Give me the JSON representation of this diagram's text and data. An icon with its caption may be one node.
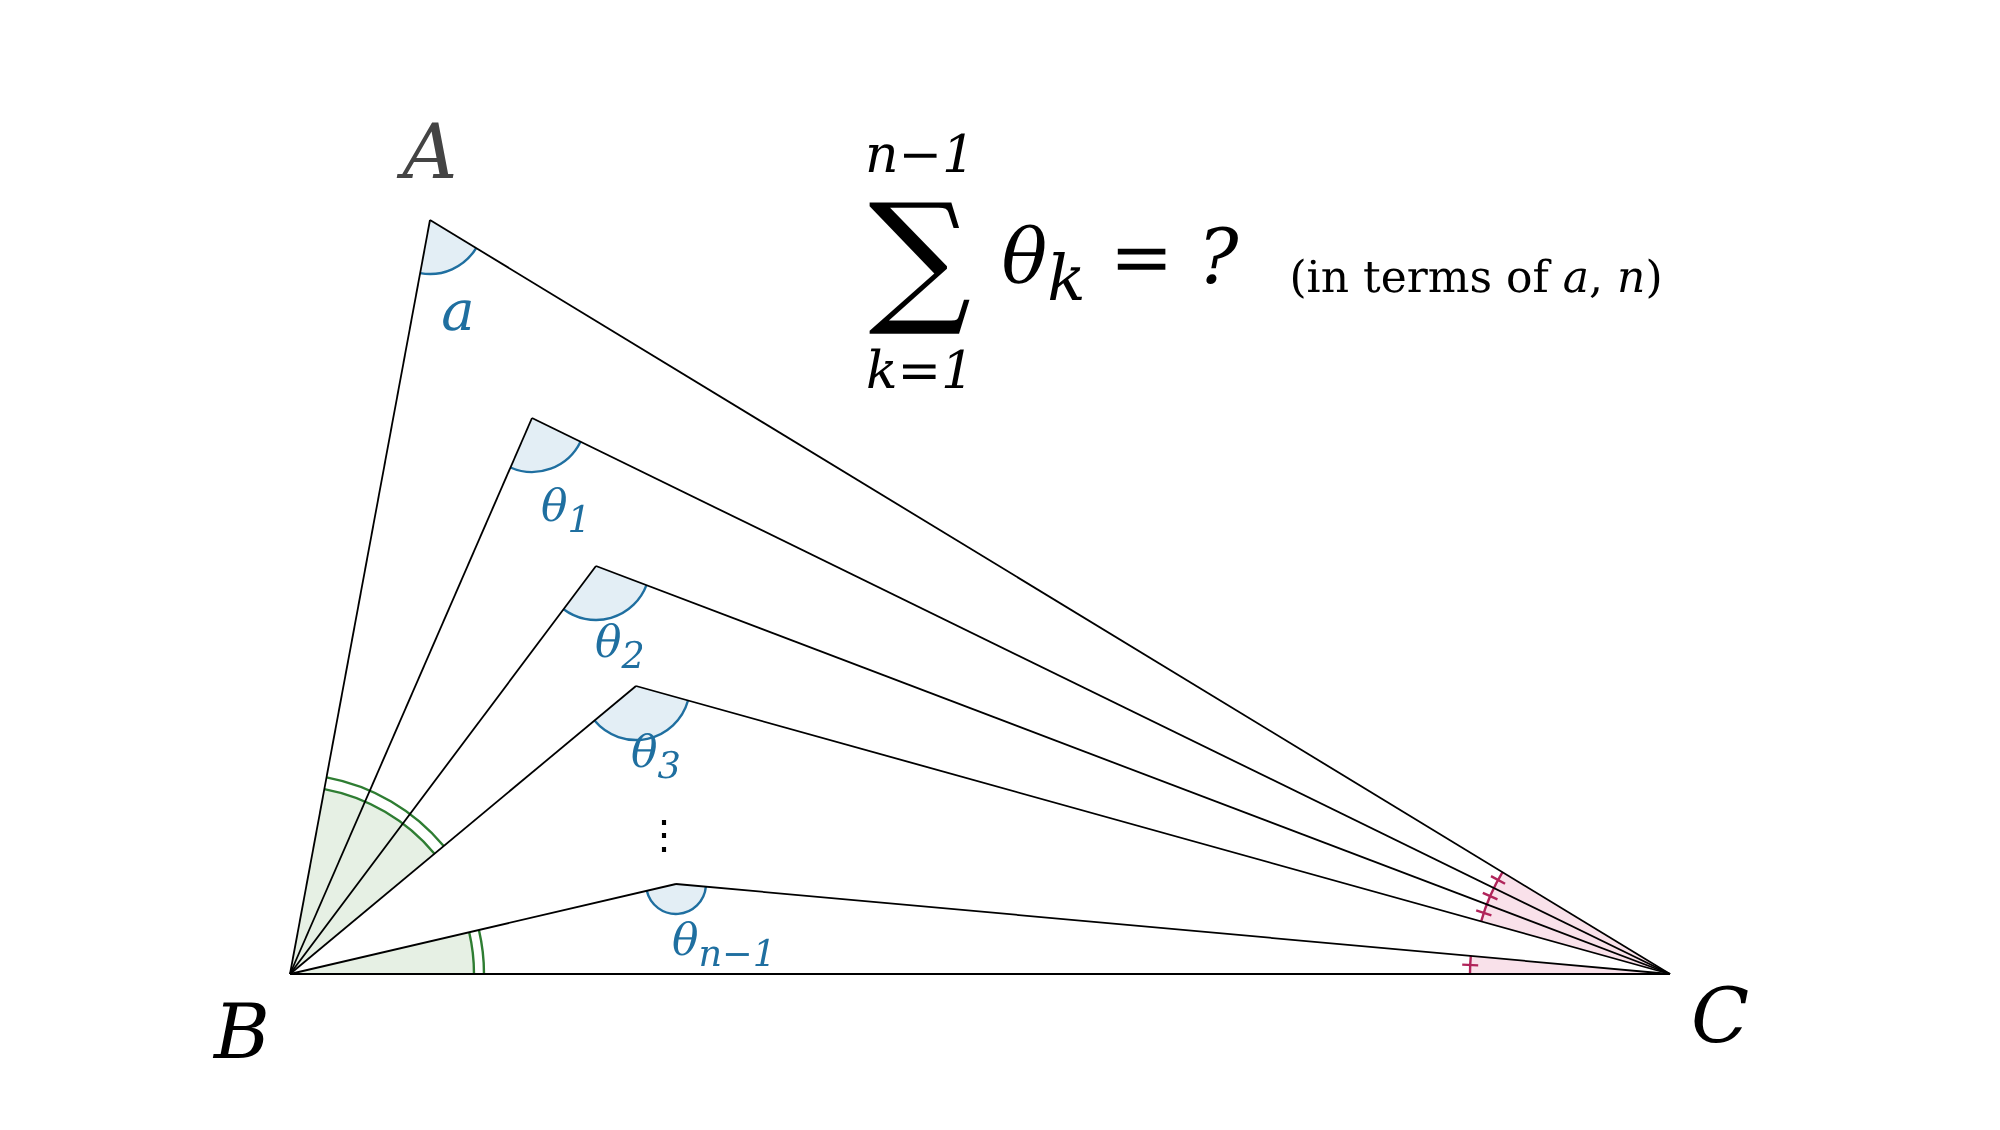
{
  "diagram": {
    "labels": [
      "A",
      "a",
      "θ$_{1}$",
      "θ$_{2}$",
      "θ$_{3}$",
      "⋮",
      "θ$_{n−1}$",
      "B",
      "C",
      "n−1",
      "∑",
      "k=1",
      "θ$_{k}$ = ?",
      "(in terms of *a*, *n*)"
    ]
  }
}
